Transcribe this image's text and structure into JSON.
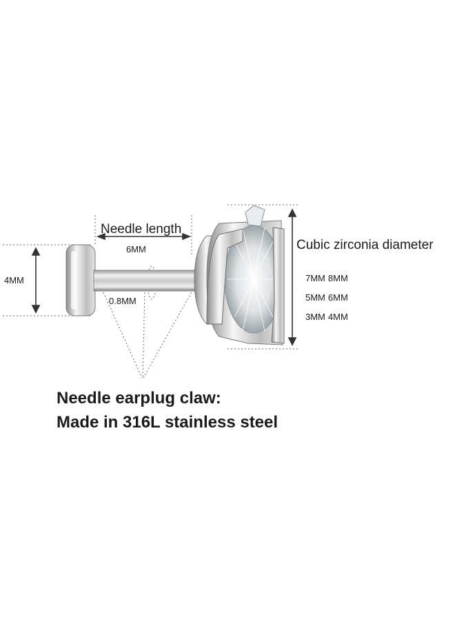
{
  "labels": {
    "head_height": "4MM",
    "needle_length": "Needle length",
    "needle_length_value": "6MM",
    "needle_diameter": "0.8MM",
    "stone_diameter": "Cubic zirconia diameter"
  },
  "sizes": [
    [
      "7MM",
      "8MM"
    ],
    [
      "5MM",
      "6MM"
    ],
    [
      "3MM",
      "4MM"
    ]
  ],
  "caption": {
    "line1": "Needle earplug claw:",
    "line2": "Made in 316L stainless steel"
  },
  "colors": {
    "text": "#1a1a1a",
    "dimension_line": "#555555",
    "steel_light": "#f2f2f2",
    "steel_dark": "#8a8a8a"
  }
}
